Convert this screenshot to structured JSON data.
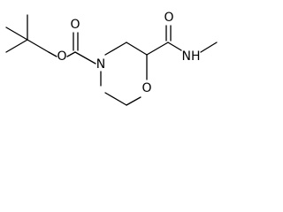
{
  "molecule": {
    "atoms": {
      "carbamate_ester_oxygen": "O",
      "carbamate_carbonyl_oxygen": "O",
      "ring_nitrogen": "N",
      "ring_oxygen": "O",
      "amide_carbonyl_oxygen": "O",
      "amide_nitrogen": "NH"
    }
  }
}
